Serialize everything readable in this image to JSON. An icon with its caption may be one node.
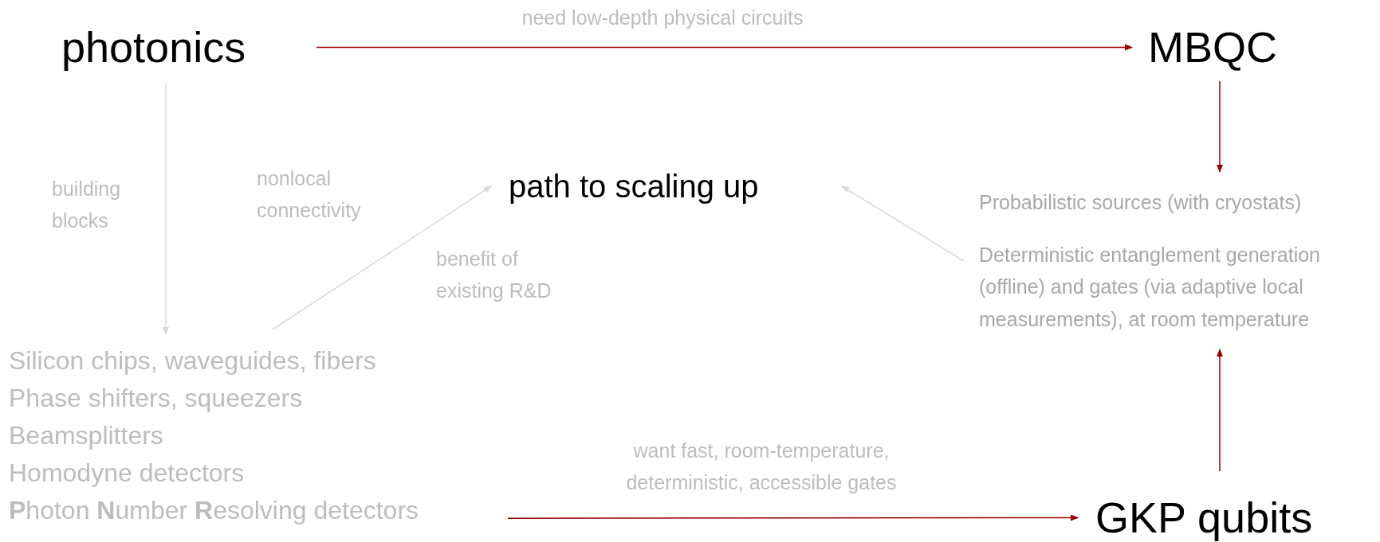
{
  "diagram": {
    "nodes": [
      {
        "text": [
          "photonics"
        ]
      },
      {
        "text": [
          "MBQC"
        ]
      },
      {
        "text": [
          "path to scaling up"
        ]
      },
      {
        "text": [
          "Probabilistic sources (with cryostats)",
          "Deterministic entanglement generation (offline) and gates (via adaptive local measurements), at room temperature"
        ]
      },
      {
        "text": [
          "Silicon chips, waveguides, fibers",
          "Phase shifters, squeezers",
          "Beamsplitters",
          "Homodyne detectors",
          "**P**hoton **N**umber **R**esolving detectors"
        ]
      },
      {
        "text": [
          "GKP qubits"
        ]
      }
    ],
    "edges": [
      {
        "from": 0,
        "to": 1,
        "arrow": "to",
        "label": "need low-depth physical circuits"
      },
      {
        "from": 0,
        "to": 4,
        "arrow": "to",
        "label": "building blocks",
        "color": "#d9d9d9"
      },
      {
        "from": 1,
        "to": 3,
        "arrow": "to"
      },
      {
        "from": 4,
        "to": 2,
        "arrow": "to",
        "label": "benefit of existing R&D",
        "color": "#d9d9d9"
      },
      {
        "from": 3,
        "to": 2,
        "arrow": "to",
        "color": "#d9d9d9"
      },
      {
        "from": 5,
        "to": 3,
        "arrow": "to"
      },
      {
        "from": 4,
        "to": 5,
        "arrow": "to",
        "label": "want fast, room-temperature, deterministic, accessible gates"
      }
    ],
    "labels": [
      "nonlocal connectivity"
    ]
  }
}
